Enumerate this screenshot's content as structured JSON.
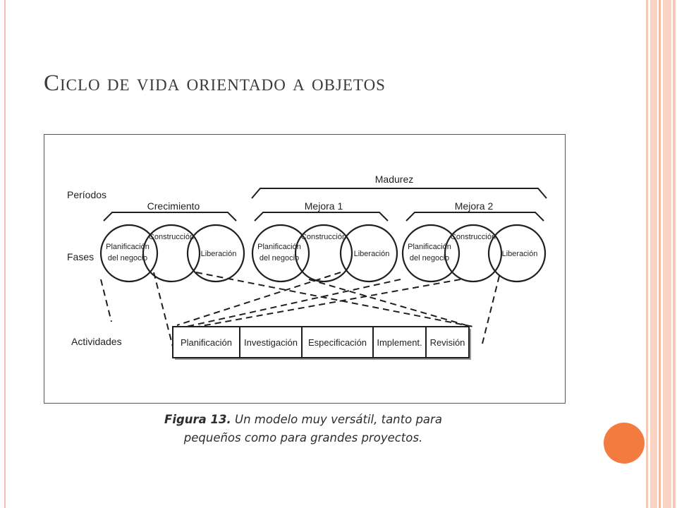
{
  "slide": {
    "title": "Ciclo de vida orientado a objetos",
    "accent_color": "#f47b3f",
    "stripe_color": "#f4b9a3"
  },
  "diagram": {
    "row_labels": {
      "periods": "Períodos",
      "phases": "Fases",
      "activities": "Actividades"
    },
    "period_top": "Madurez",
    "periods": [
      "Crecimiento",
      "Mejora 1",
      "Mejora 2"
    ],
    "phases": [
      [
        "Planificación",
        "del negocio"
      ],
      [
        "Construcción"
      ],
      [
        "Liberación"
      ]
    ],
    "activities": [
      "Planificación",
      "Investigación",
      "Especificación",
      "Implement.",
      "Revisión"
    ]
  },
  "caption": {
    "bold": "Figura 13.",
    "line1": " Un modelo muy versátil, tanto para",
    "line2": "pequeños como para grandes proyectos."
  }
}
